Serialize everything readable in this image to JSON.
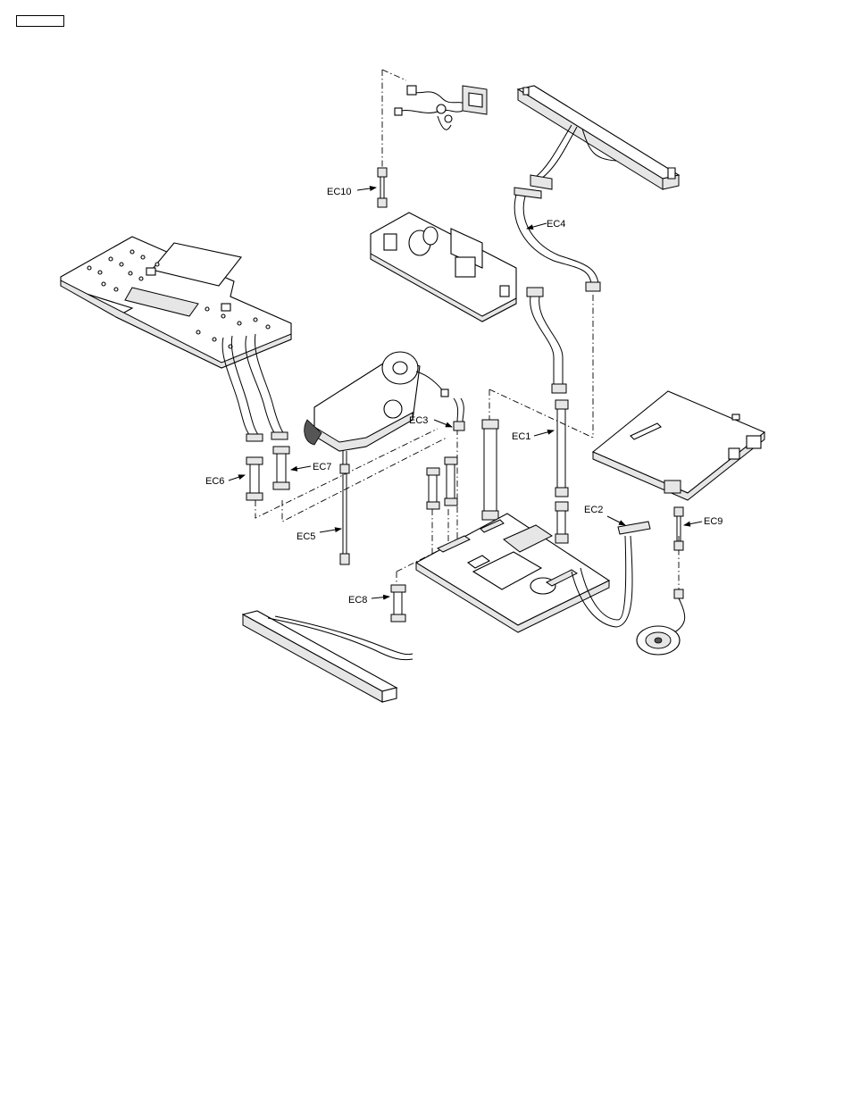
{
  "labels": {
    "ec1": "EC1",
    "ec2": "EC2",
    "ec3": "EC3",
    "ec4": "EC4",
    "ec5": "EC5",
    "ec6": "EC6",
    "ec7": "EC7",
    "ec8": "EC8",
    "ec9": "EC9",
    "ec10": "EC10"
  }
}
